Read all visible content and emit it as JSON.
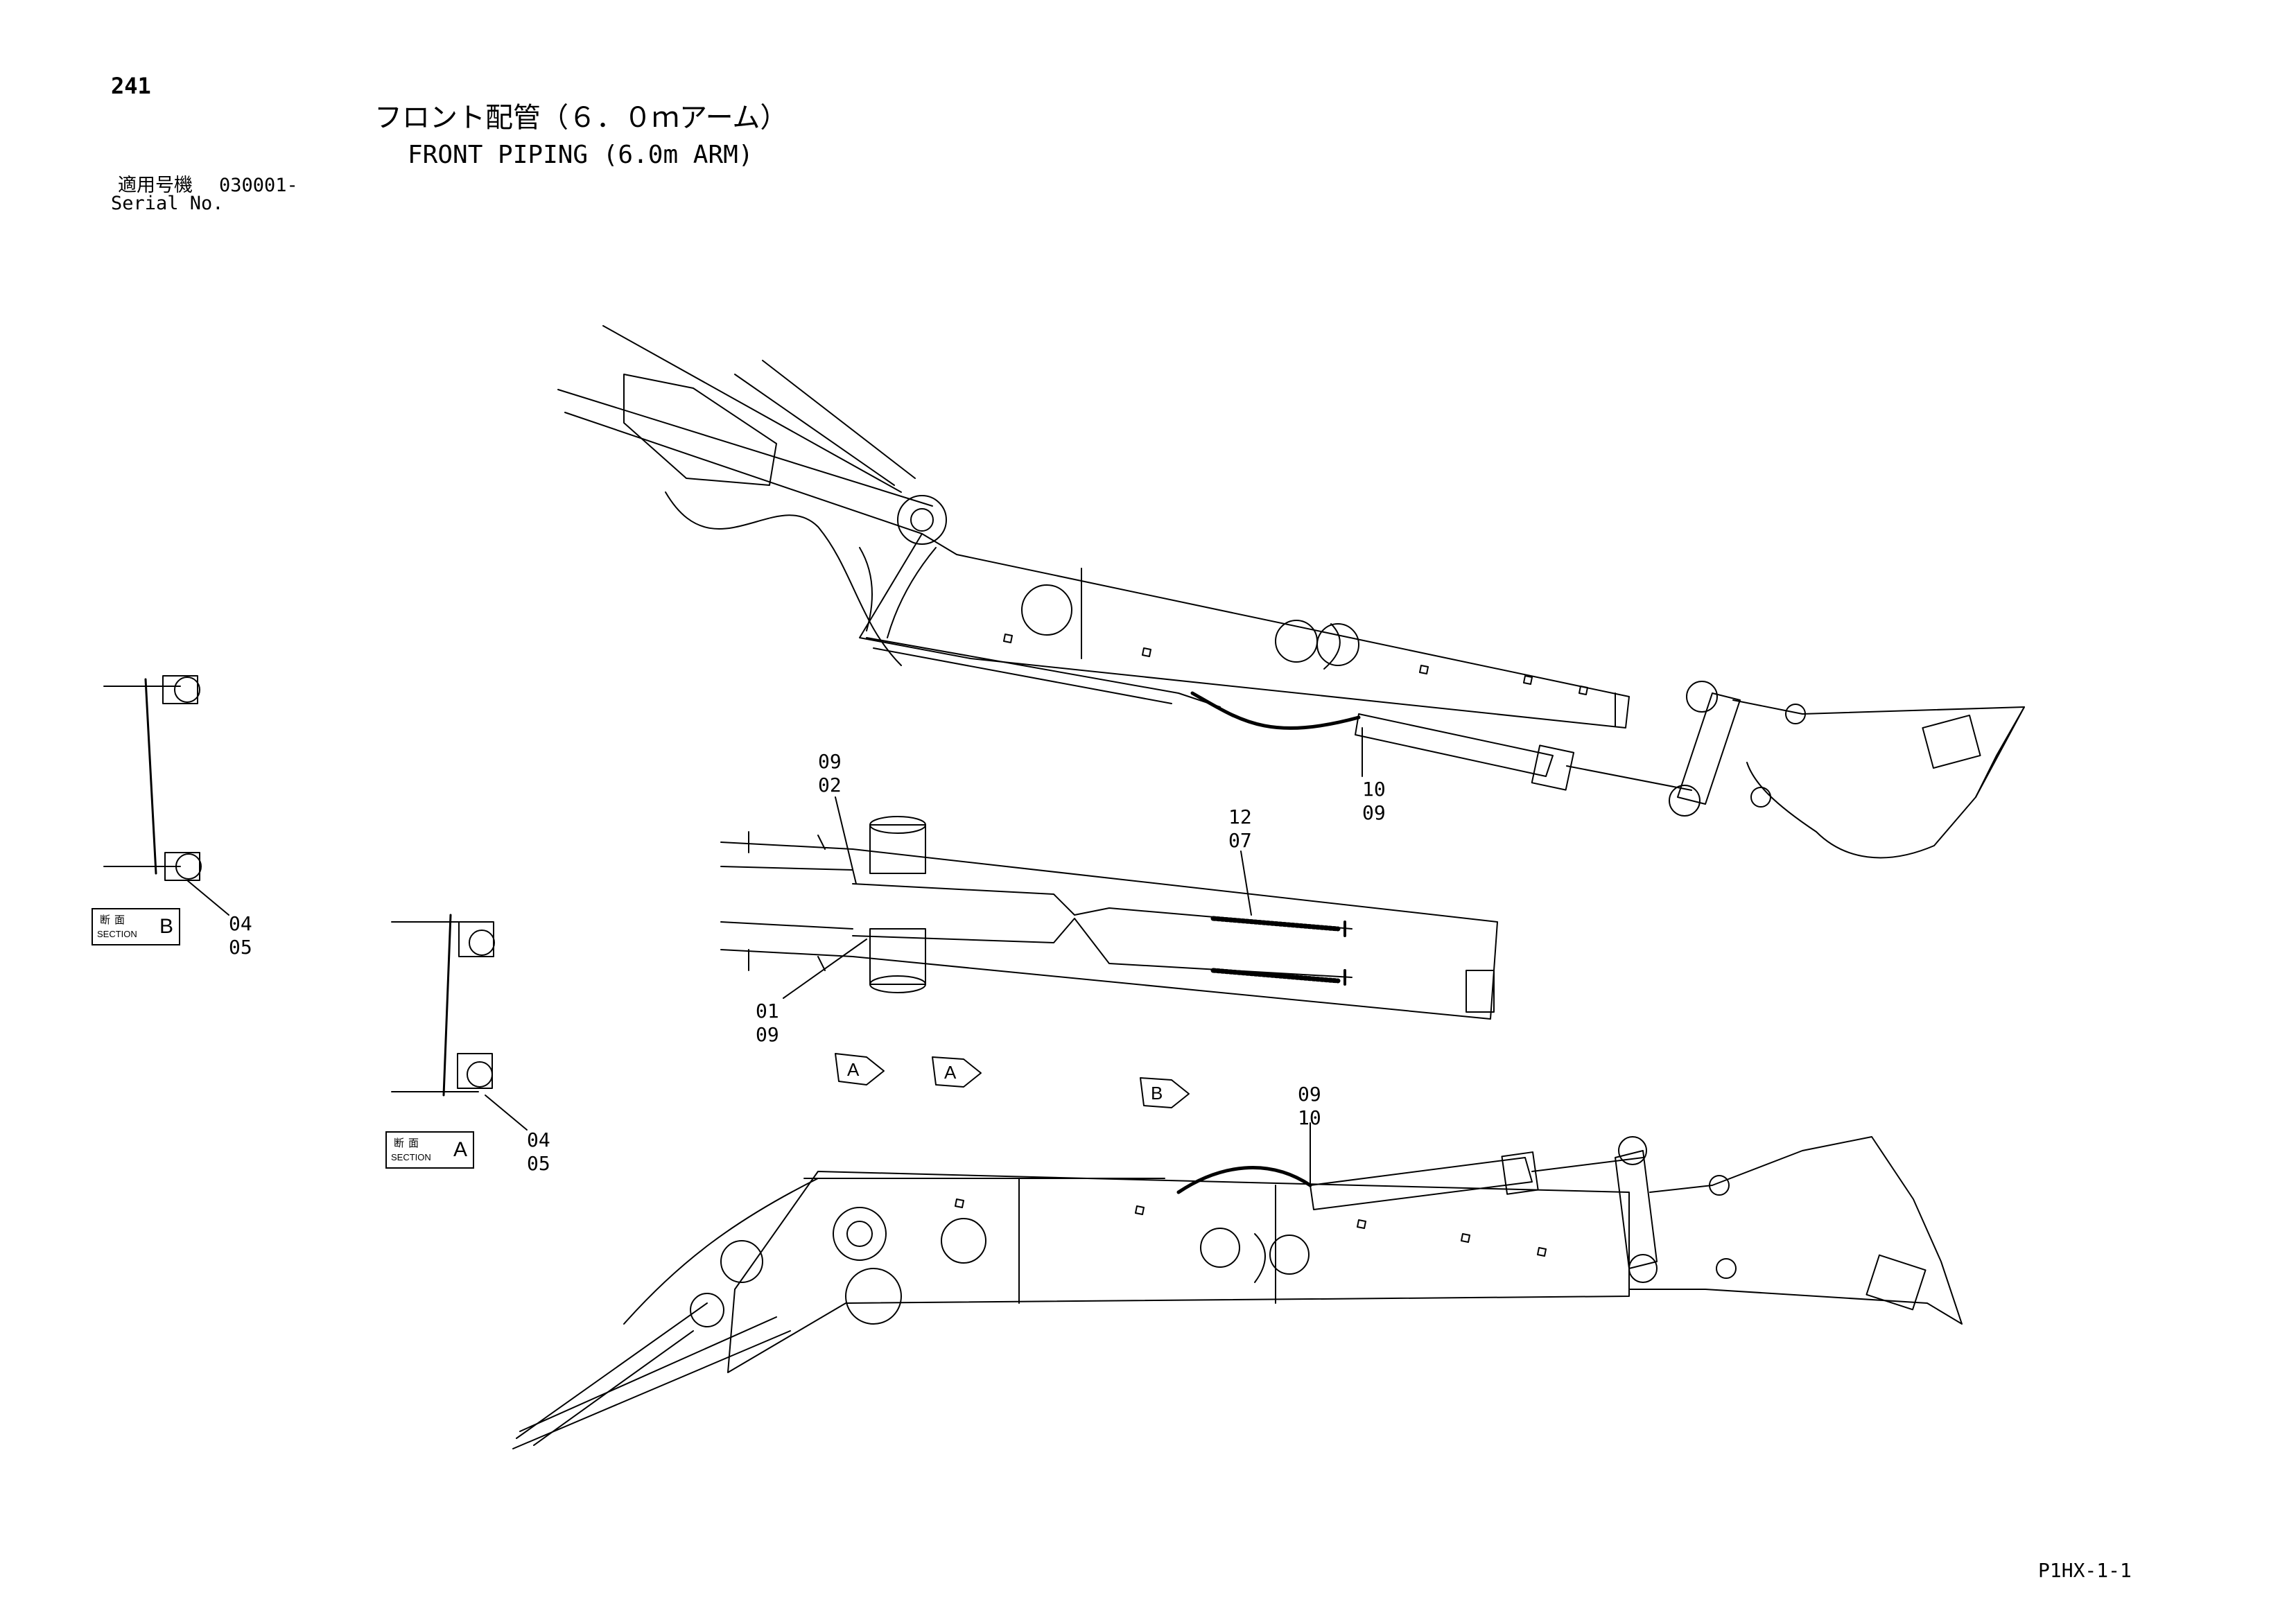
{
  "header": {
    "page_number": "241",
    "title_jp": "フロント配管（６．０ｍアーム）",
    "title_en": "FRONT PIPING (6.0m ARM)",
    "serial_label_jp": "適用号機",
    "serial_value": "030001-",
    "serial_label_en": "Serial No."
  },
  "footer": {
    "drawing_code": "P1HX-1-1"
  },
  "callouts": [
    {
      "id": "c1",
      "lines": [
        "10",
        "09"
      ]
    },
    {
      "id": "c2",
      "lines": [
        "09",
        "02"
      ]
    },
    {
      "id": "c3",
      "lines": [
        "12",
        "07"
      ]
    },
    {
      "id": "c4",
      "lines": [
        "01",
        "09"
      ]
    },
    {
      "id": "c5",
      "lines": [
        "04",
        "05"
      ]
    },
    {
      "id": "c6",
      "lines": [
        "04",
        "05"
      ]
    },
    {
      "id": "c7",
      "lines": [
        "09",
        "10"
      ]
    }
  ],
  "sections": [
    {
      "id": "B",
      "label_jp": "断面",
      "label_en": "SECTION",
      "letter": "B"
    },
    {
      "id": "A",
      "label_jp": "断面",
      "label_en": "SECTION",
      "letter": "A"
    }
  ],
  "view_arrows": [
    "A",
    "A",
    "B"
  ]
}
